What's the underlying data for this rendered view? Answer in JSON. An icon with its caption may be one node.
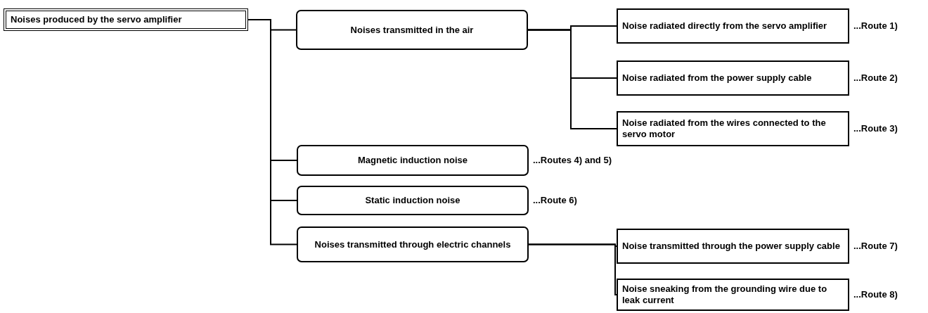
{
  "diagram": {
    "nodes": [
      {
        "text": [
          "Noises produced by the servo amplifier"
        ]
      },
      {
        "text": [
          "Noises transmitted in the air"
        ]
      },
      {
        "text": [
          "Noise radiated directly from the servo amplifier"
        ],
        "beside": [
          "...Route 1)"
        ]
      },
      {
        "text": [
          "Noise radiated from the power supply cable"
        ],
        "beside": [
          "...Route 2)"
        ]
      },
      {
        "text": [
          "Noise radiated from the wires connected to the servo motor"
        ],
        "beside": [
          "...Route 3)"
        ]
      },
      {
        "text": [
          "Magnetic induction noise"
        ],
        "beside": [
          "...Routes 4) and 5)"
        ]
      },
      {
        "text": [
          "Static induction noise"
        ],
        "beside": [
          "...Route 6)"
        ]
      },
      {
        "text": [
          "Noises transmitted through electric channels"
        ]
      },
      {
        "text": [
          "Noise transmitted through the power supply cable"
        ],
        "beside": [
          "...Route 7)"
        ]
      },
      {
        "text": [
          "Noise sneaking from the grounding wire due to leak current"
        ],
        "beside": [
          "...Route 8)"
        ]
      }
    ],
    "edges": [
      {
        "from": 0,
        "to": 1,
        "arrow": "none"
      },
      {
        "from": 0,
        "to": 5,
        "arrow": "none"
      },
      {
        "from": 0,
        "to": 6,
        "arrow": "none"
      },
      {
        "from": 0,
        "to": 7,
        "arrow": "none"
      },
      {
        "from": 1,
        "to": 2,
        "arrow": "none"
      },
      {
        "from": 1,
        "to": 3,
        "arrow": "none"
      },
      {
        "from": 1,
        "to": 4,
        "arrow": "none"
      },
      {
        "from": 7,
        "to": 8,
        "arrow": "none"
      },
      {
        "from": 7,
        "to": 9,
        "arrow": "none"
      }
    ]
  }
}
